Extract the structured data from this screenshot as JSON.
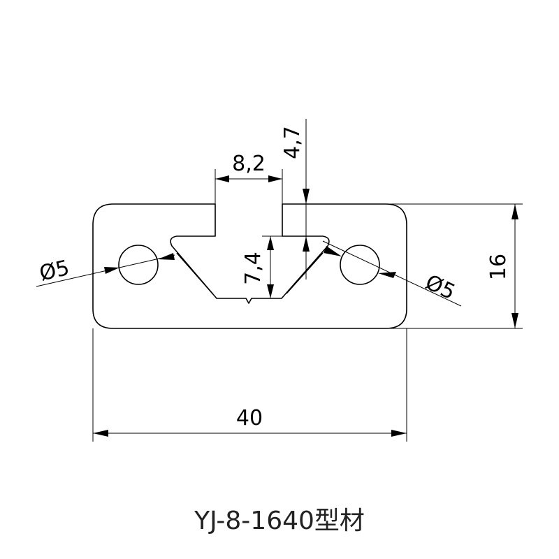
{
  "drawing": {
    "dimensions": {
      "width": "40",
      "height": "16",
      "slot_opening": "8,2",
      "lip_thickness": "4,7",
      "slot_depth": "7,4",
      "hole_left": "Ø5",
      "hole_right": "Ø5"
    },
    "caption": "YJ-8-1640型材",
    "line_color": "#000000",
    "caption_color": "#222222"
  }
}
